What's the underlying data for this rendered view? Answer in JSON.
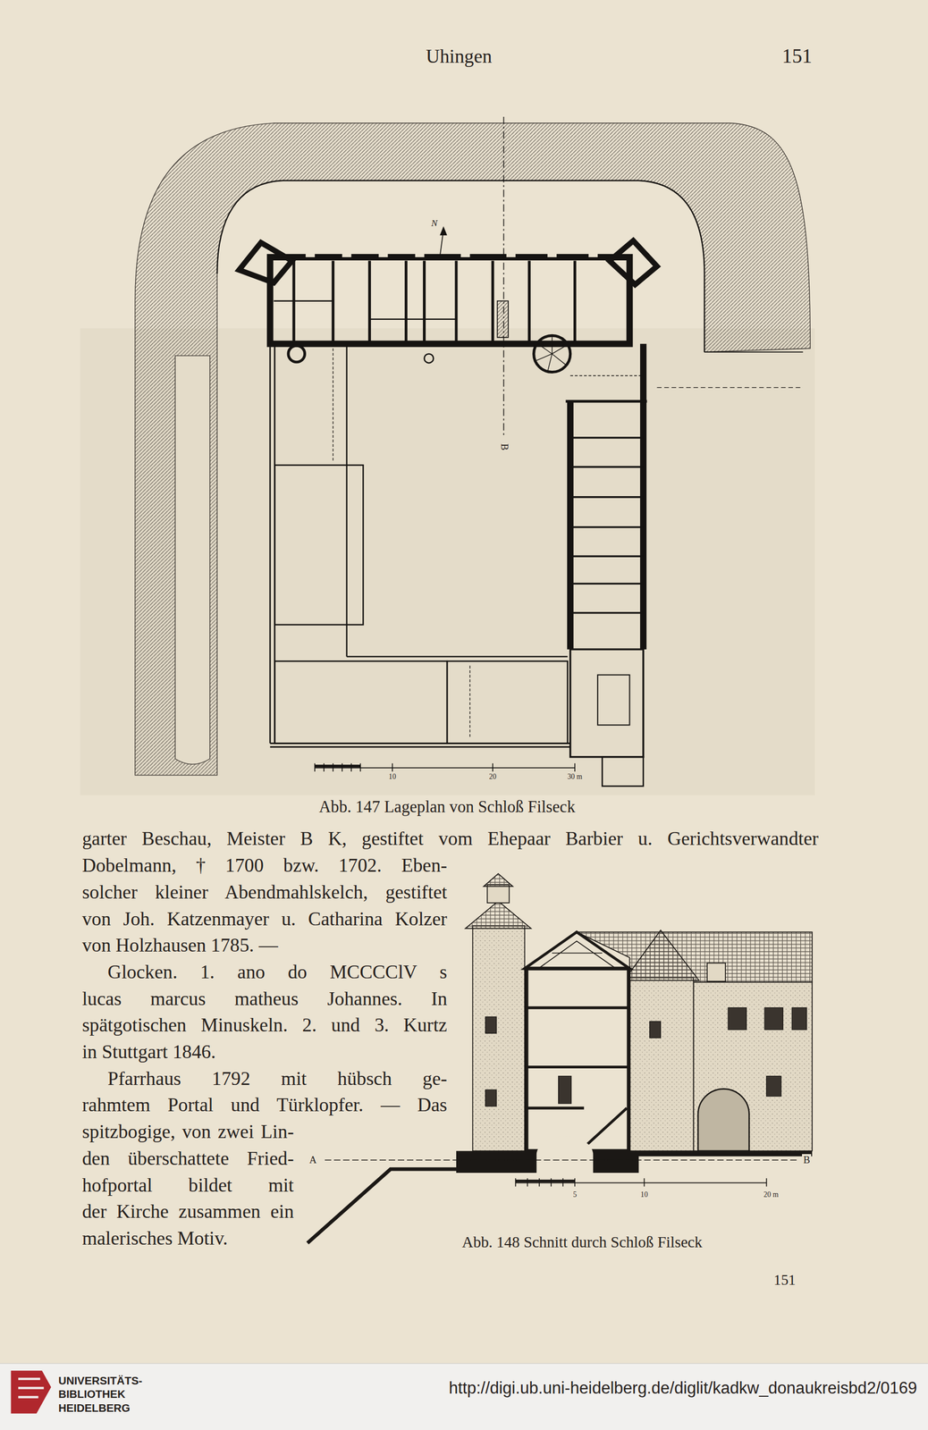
{
  "diagram": {
    "labels": [
      "Uhingen",
      "151",
      "N",
      "B",
      "10",
      "20",
      "30 m",
      "Abb. 147 Lageplan von Schloß Filseck",
      "garter Beschau, Meister B K, gestiftet vom Ehepaar Barbier u. Gerichtsverwandter",
      "Dobelmann, † 1700 bzw. 1702. Eben-",
      "solcher kleiner Abendmahlskelch, gestiftet",
      "von Joh. Katzenmayer u. Catharina Kolzer",
      "von Holzhausen 1785. —",
      "Glocken. 1. ano do MCCCClV s",
      "lucas marcus matheus Johannes. In",
      "spätgotischen Minuskeln. 2. und 3. Kurtz",
      "in Stuttgart 1846.",
      "Pfarrhaus 1792 mit hübsch ge-",
      "rahmtem Portal und Türklopfer. — Das",
      "spitzbogige, von zwei Lin-",
      "den überschattete Fried-",
      "hofportal bildet mit",
      "der Kirche zusammen ein",
      "malerisches Motiv.",
      "A",
      "B",
      "5",
      "10",
      "20 m",
      "Abb. 148 Schnitt durch Schloß Filseck",
      "151",
      "UNIVERSITÄTS-",
      "BIBLIOTHEK",
      "HEIDELBERG",
      "http://digi.ub.uni-heidelberg.de/diglit/kadkw_donaukreisbd2/0169"
    ]
  }
}
